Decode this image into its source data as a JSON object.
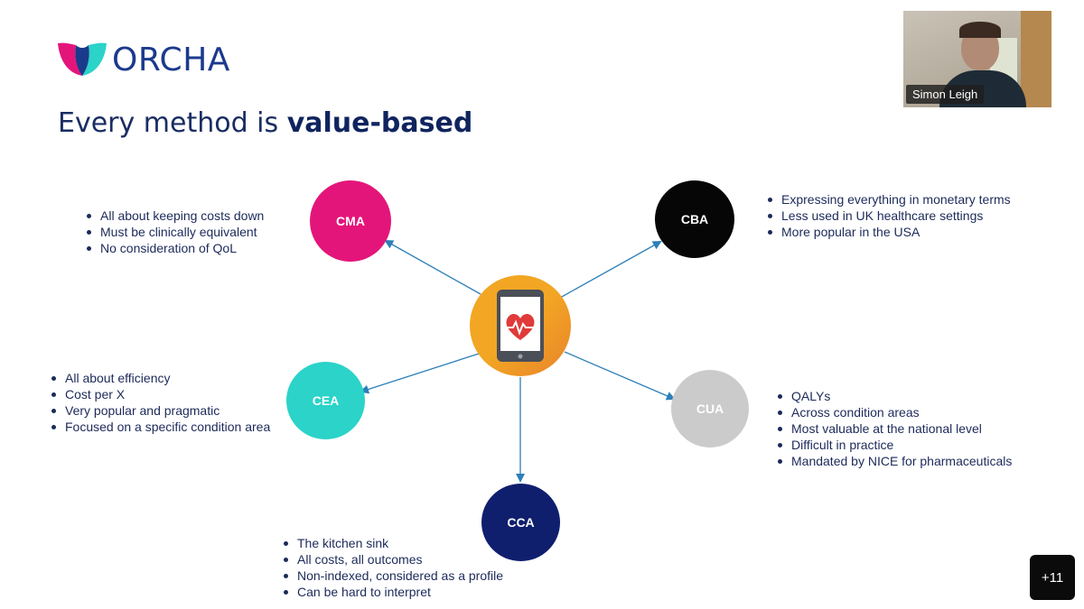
{
  "brand": {
    "name": "ORCHA"
  },
  "slide": {
    "title_prefix": "Every method is ",
    "title_bold": "value-based"
  },
  "video_tile": {
    "participant_name": "Simon Leigh"
  },
  "participants_overflow": "+11",
  "colors": {
    "cma": "#e4157a",
    "cba": "#060606",
    "cea": "#2bd3c9",
    "cua": "#cbcbcb",
    "cca": "#0f1f6e",
    "center": "#f2a624",
    "arrow": "#2c7fb8"
  },
  "center_icon": "tablet-heart-icon",
  "methods": {
    "cma": {
      "label": "CMA",
      "bullets": [
        "All about keeping costs down",
        "Must be clinically equivalent",
        "No consideration of QoL"
      ]
    },
    "cba": {
      "label": "CBA",
      "bullets": [
        "Expressing everything in monetary terms",
        "Less used in UK healthcare settings",
        "More popular in the USA"
      ]
    },
    "cea": {
      "label": "CEA",
      "bullets": [
        "All about efficiency",
        "Cost per X",
        "Very popular and pragmatic",
        "Focused on a specific condition area"
      ]
    },
    "cua": {
      "label": "CUA",
      "bullets": [
        "QALYs",
        "Across condition areas",
        "Most valuable at the national level",
        "Difficult in practice",
        "Mandated by NICE for pharmaceuticals"
      ]
    },
    "cca": {
      "label": "CCA",
      "bullets": [
        "The kitchen sink",
        "All costs, all outcomes",
        "Non-indexed, considered as a profile",
        "Can be hard to interpret"
      ]
    }
  }
}
